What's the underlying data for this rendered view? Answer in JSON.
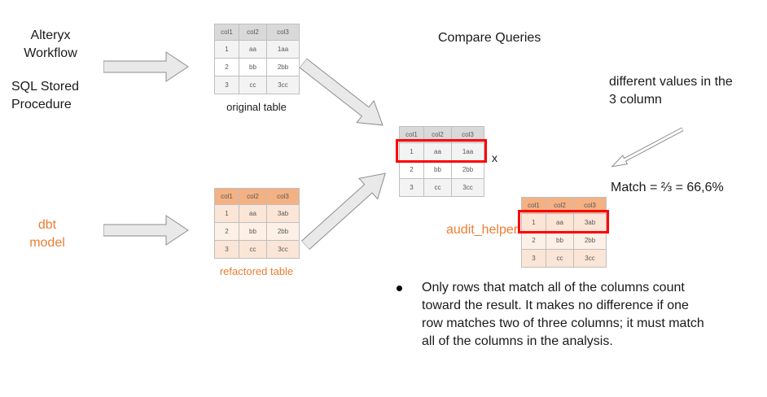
{
  "labels": {
    "title": "Compare Queries",
    "source_alteryx": "Alteryx\nWorkflow",
    "source_sql": "SQL Stored\nProcedure",
    "source_dbt": "dbt\nmodel",
    "original_caption": "original table",
    "refactored_caption": "refactored table",
    "audit_helper": "audit_helper",
    "different_values": "different values in the\n3 column",
    "match_result": "Match = ⅔ = 66,6%",
    "x_separator": "x",
    "bullet_note": "Only rows that match all of the columns count toward the result. It makes no difference if one row matches two of three columns; it must match all of the columns in the analysis."
  },
  "tables": {
    "original": {
      "headers": [
        "col1",
        "col2",
        "col3"
      ],
      "rows": [
        [
          "1",
          "aa",
          "1aa"
        ],
        [
          "2",
          "bb",
          "2bb"
        ],
        [
          "3",
          "cc",
          "3cc"
        ]
      ]
    },
    "refactored": {
      "headers": [
        "col1",
        "col2",
        "col3"
      ],
      "rows": [
        [
          "1",
          "aa",
          "3ab"
        ],
        [
          "2",
          "bb",
          "2bb"
        ],
        [
          "3",
          "cc",
          "3cc"
        ]
      ]
    },
    "compare_left": {
      "headers": [
        "col1",
        "col2",
        "col3"
      ],
      "rows": [
        [
          "1",
          "aa",
          "1aa"
        ],
        [
          "2",
          "bb",
          "2bb"
        ],
        [
          "3",
          "cc",
          "3cc"
        ]
      ],
      "highlighted_row": 1
    },
    "compare_right": {
      "headers": [
        "col1",
        "col2",
        "col3"
      ],
      "rows": [
        [
          "1",
          "aa",
          "3ab"
        ],
        [
          "2",
          "bb",
          "2bb"
        ],
        [
          "3",
          "cc",
          "3cc"
        ]
      ],
      "highlighted_row": 1
    }
  },
  "colors": {
    "orange_text": "#ED7D31",
    "orange_header": "#F4B183",
    "orange_row": "#FBE5D6",
    "gray_header": "#D9D9D9",
    "gray_row": "#F3F3F3",
    "highlight_red": "#FF0000",
    "arrow_fill": "#E9E9E9",
    "arrow_stroke": "#8C8C8C"
  }
}
